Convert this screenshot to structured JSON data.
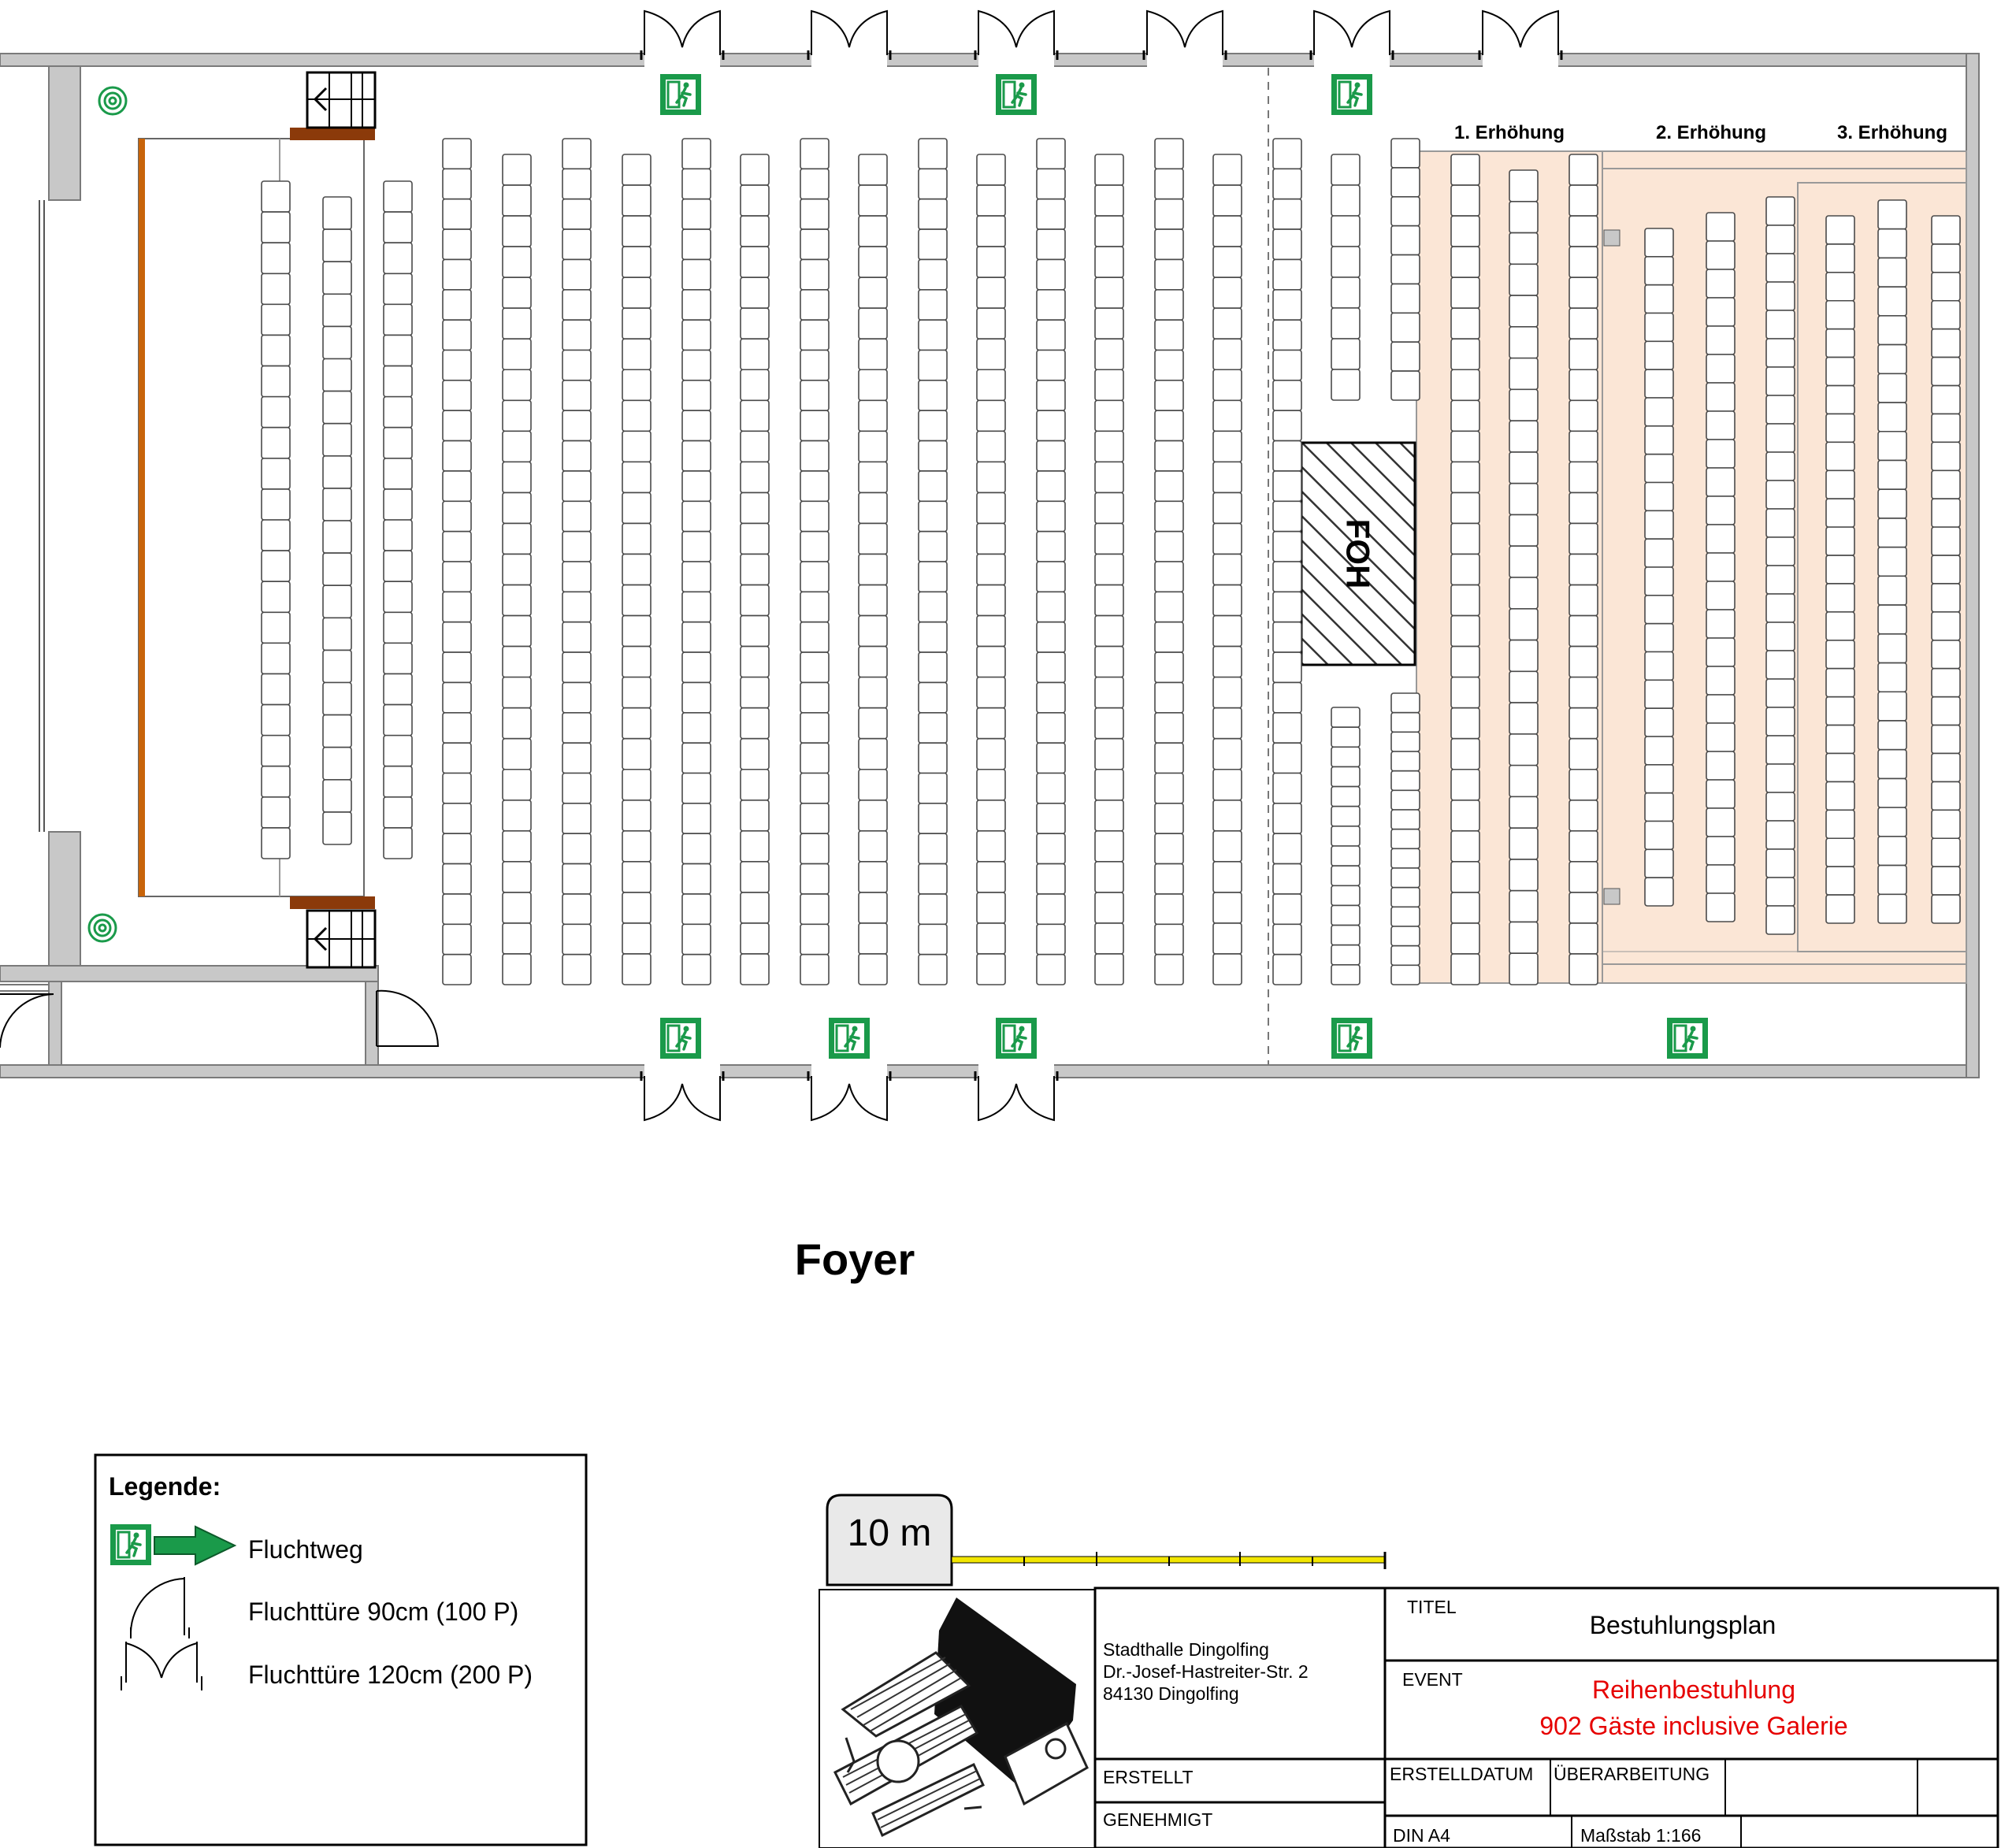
{
  "hall": {
    "stage_label": "",
    "room_label": "Foyer",
    "foh_label": "FOH",
    "tiers": [
      {
        "label": "1. Erhöhung"
      },
      {
        "label": "2. Erhöhung"
      },
      {
        "label": "3. Erhöhung"
      }
    ]
  },
  "legend": {
    "title": "Legende:",
    "items": [
      {
        "label": "Fluchtweg",
        "icon": "exit-sign-arrow-icon"
      },
      {
        "label": "Fluchttüre 90cm (100 P)",
        "icon": "single-door-icon"
      },
      {
        "label": "Fluchttüre 120cm (200 P)",
        "icon": "double-door-icon"
      }
    ]
  },
  "scale": {
    "label": "10 m"
  },
  "title_block": {
    "address_lines": [
      "Stadthalle Dingolfing",
      "Dr.-Josef-Hastreiter-Str. 2",
      "84130 Dingolfing"
    ],
    "titel_label": "TITEL",
    "titel_value": "Bestuhlungsplan",
    "event_label": "EVENT",
    "event_lines": [
      "Reihenbestuhlung",
      "902 Gäste inclusive Galerie"
    ],
    "erstellt": "ERSTELLT",
    "genehmigt": "GENEHMIGT",
    "erstelldatum": "ERSTELLDATUM",
    "ueberarbeitung": "ÜBERARBEITUNG",
    "format": "DIN A4",
    "massstab": "Maßstab 1:166"
  },
  "colors": {
    "wall": "#c8c8c8",
    "riser": "#fbe6d6",
    "exit_green": "#1a9a4a",
    "stage_edge": "#c8640a",
    "event_red": "#e60000",
    "scale_yellow": "#f2e600"
  }
}
